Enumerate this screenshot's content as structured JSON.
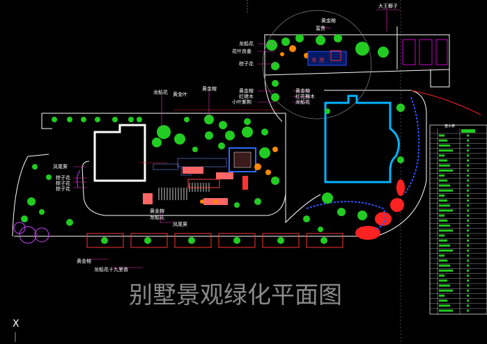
{
  "drawing": {
    "title": "别墅景观绿化平面图",
    "labels": {
      "top_right": "大王椰子",
      "huangjinrong_top": "黄金榕",
      "fugui": "富贵",
      "longchuanhua_1": "龙船花",
      "huaye_yongai": "花叶良姜",
      "zongzhuhua": "棕子花",
      "longchuanhua_2": "龙船花",
      "huangjinye": "黄金叶",
      "huangjinrong_left": "黄金榕",
      "huangjinrong_mid": "黄金榕",
      "hongjixin": "红继木",
      "xiaoye_zijing": "小叶紫荆",
      "longchuan_mid": "龙船花",
      "fengweixing": "凤尾葵",
      "zongzhu_1": "棕子花",
      "zongzhu_2": "棕子花",
      "zongzhu_3": "棕子花",
      "huang_bottom": "黄金榕",
      "long_bottom": "龙船花",
      "fengwei_bottom": "凤尾葵",
      "huangjin_bl": "黄金榕",
      "long_shijiu": "龙船花十九里香",
      "right_a": "黄金榕",
      "right_b": "红花檵木",
      "right_c": "龙船花",
      "pool": "水 池"
    },
    "legend": {
      "header": "苗木表"
    }
  }
}
